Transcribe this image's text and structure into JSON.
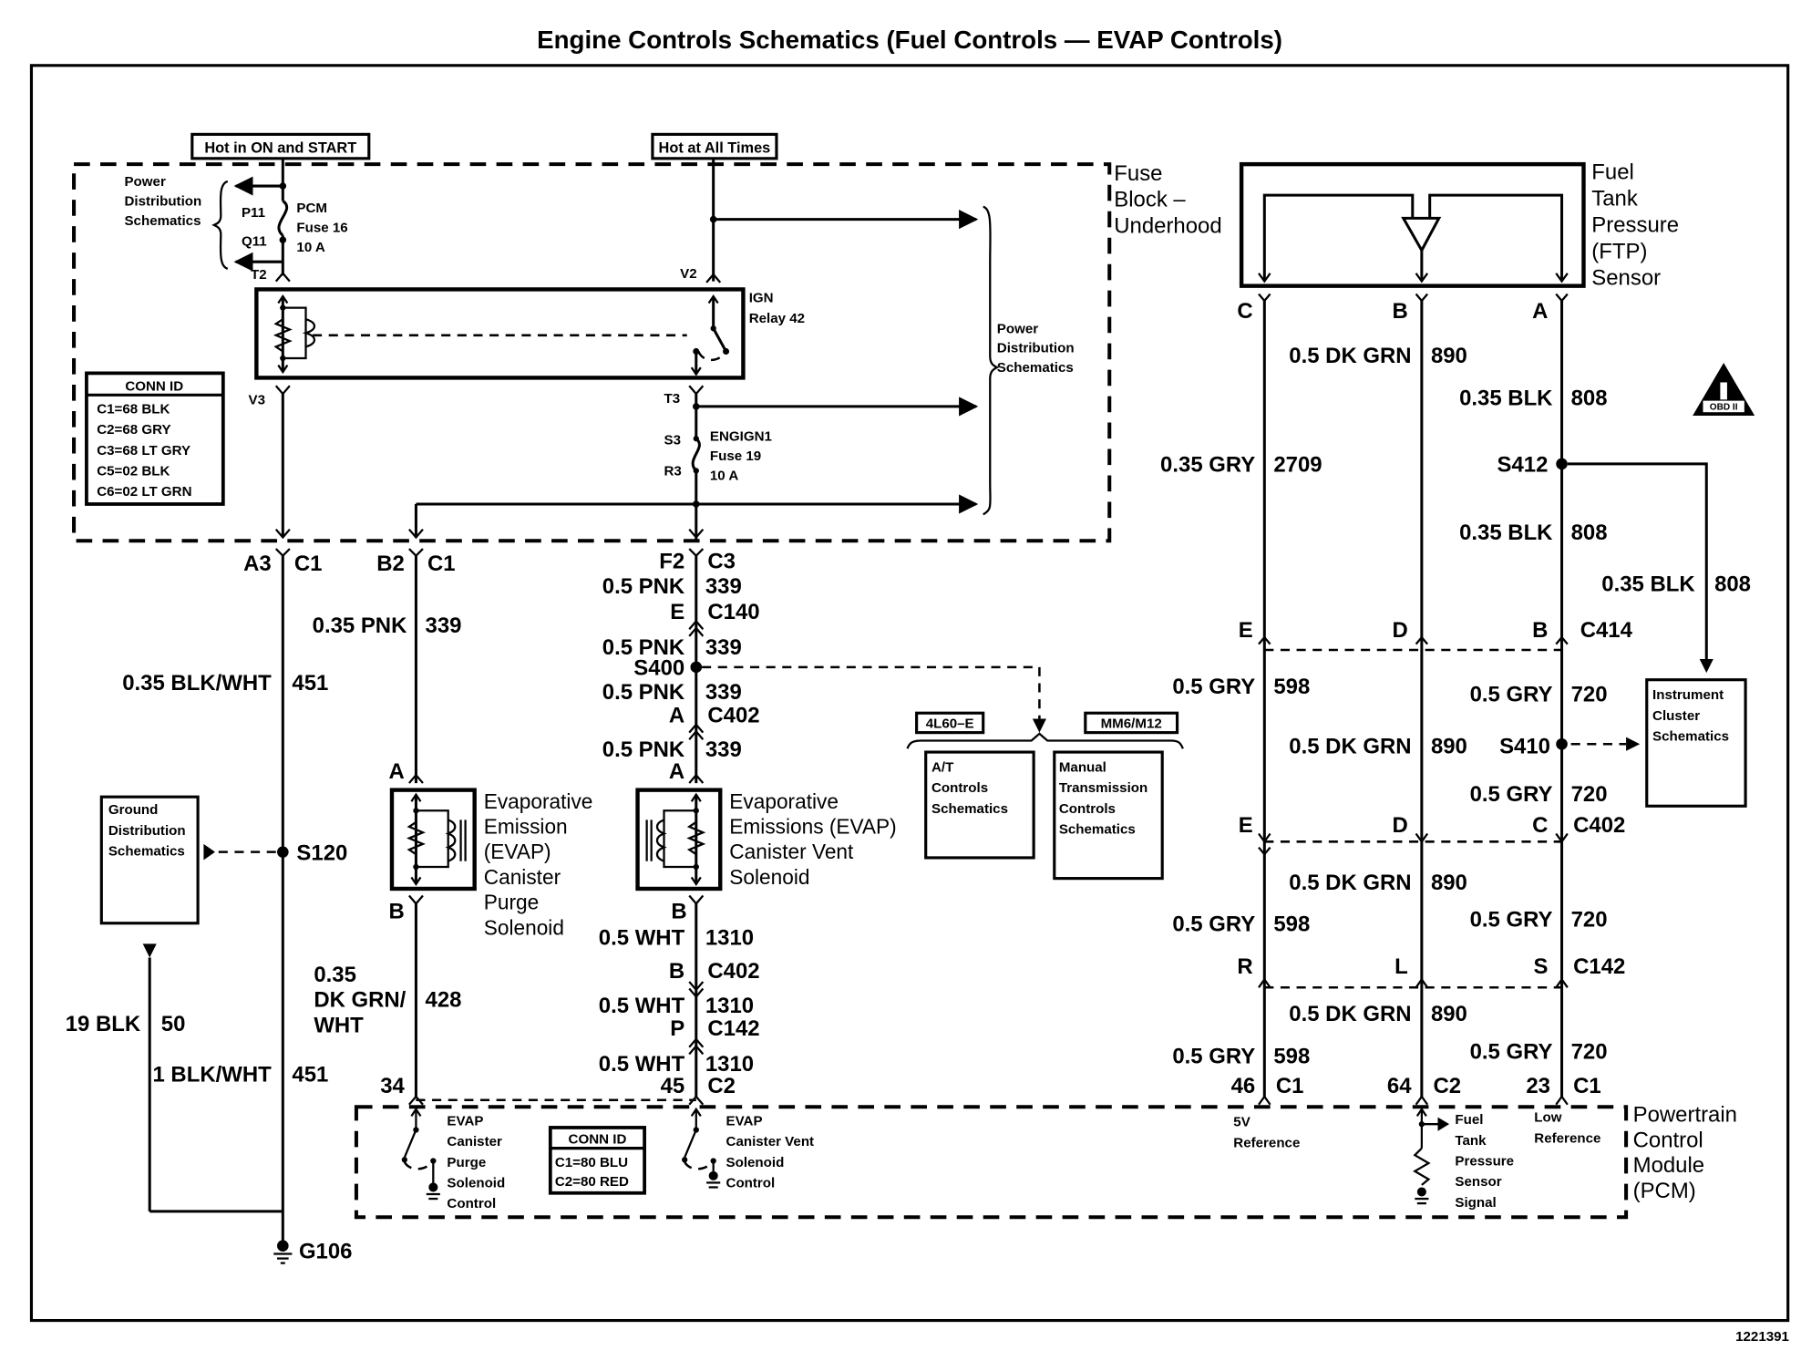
{
  "title": "Engine Controls Schematics (Fuel Controls — EVAP Controls)",
  "figure_id": "1221391",
  "power_sources": {
    "hot_on_start": "Hot in ON and START",
    "hot_all_times": "Hot at All Times"
  },
  "fuse_block": {
    "name_line1": "Fuse",
    "name_line2": "Block –",
    "name_line3": "Underhood",
    "power_dist_left": [
      "Power",
      "Distribution",
      "Schematics"
    ],
    "power_dist_right": [
      "Power",
      "Distribution",
      "Schematics"
    ],
    "pcm_fuse": {
      "pin_in": "P11",
      "pin_out": "Q11",
      "t2": "T2",
      "name": "PCM",
      "fuse": "Fuse 16",
      "rating": "10 A"
    },
    "ign_relay": {
      "pin_v2": "V2",
      "pin_v3": "V3",
      "pin_t3": "T3",
      "name": "IGN",
      "relay": "Relay 42"
    },
    "engign_fuse": {
      "pin_in": "S3",
      "pin_out": "R3",
      "name": "ENGIGN1",
      "fuse": "Fuse 19",
      "rating": "10 A"
    },
    "conn_id": {
      "header": "CONN ID",
      "rows": [
        "C1=68 BLK",
        "C2=68 GRY",
        "C3=68 LT GRY",
        "C5=02 BLK",
        "C6=02 LT GRN"
      ]
    }
  },
  "circuits": {
    "c451": {
      "pin": "A3",
      "conn": "C1",
      "wire1": "0.35 BLK/WHT",
      "num1": "451",
      "splice": "S120",
      "wire2": "1 BLK/WHT",
      "num2": "451",
      "ground": "G106"
    },
    "ground_dist": {
      "lines": [
        "Ground",
        "Distribution",
        "Schematics"
      ],
      "wire": "19 BLK",
      "num": "50"
    },
    "c339_purge": {
      "pin": "B2",
      "conn": "C1",
      "wire": "0.35 PNK",
      "num": "339",
      "sol_pin_a": "A",
      "sol_pin_b": "B"
    },
    "purge_solenoid": {
      "lines": [
        "Evaporative",
        "Emission",
        "(EVAP)",
        "Canister",
        "Purge",
        "Solenoid"
      ]
    },
    "c428": {
      "wire_l1": "0.35",
      "wire_l2": "DK GRN/",
      "wire_l3": "WHT",
      "num": "428",
      "pcm_pin": "34"
    },
    "c339_vent": {
      "f2": "F2",
      "c3": "C3",
      "seg1_wire": "0.5 PNK",
      "seg1_num": "339",
      "e": "E",
      "c140": "C140",
      "seg2_wire": "0.5 PNK",
      "seg2_num": "339",
      "splice": "S400",
      "seg3_wire": "0.5 PNK",
      "seg3_num": "339",
      "a": "A",
      "c402": "C402",
      "seg4_wire": "0.5 PNK",
      "seg4_num": "339",
      "sol_pin_a": "A"
    },
    "vent_solenoid": {
      "lines": [
        "Evaporative",
        "Emissions (EVAP)",
        "Canister Vent",
        "Solenoid"
      ]
    },
    "c1310": {
      "sol_pin_b": "B",
      "seg1_wire": "0.5 WHT",
      "seg1_num": "1310",
      "b": "B",
      "c402": "C402",
      "seg2_wire": "0.5 WHT",
      "seg2_num": "1310",
      "p": "P",
      "c142": "C142",
      "seg3_wire": "0.5 WHT",
      "seg3_num": "1310",
      "pcm_pin": "45",
      "pcm_conn": "C2"
    },
    "trans_options": {
      "opt1_tag": "4L60–E",
      "opt1_lines": [
        "A/T",
        "Controls",
        "Schematics"
      ],
      "opt2_tag": "MM6/M12",
      "opt2_lines": [
        "Manual",
        "Transmission",
        "Controls",
        "Schematics"
      ]
    }
  },
  "ftp_sensor": {
    "lines": [
      "Fuel",
      "Tank",
      "Pressure",
      "(FTP)",
      "Sensor"
    ],
    "pins": [
      "C",
      "B",
      "A"
    ],
    "c2709": {
      "wire": "0.35 GRY",
      "num": "2709"
    },
    "c890_top": {
      "wire": "0.5 DK GRN",
      "num": "890"
    },
    "c808_top": {
      "wire": "0.35 BLK",
      "num": "808"
    },
    "s412": "S412",
    "c808_mid": {
      "wire": "0.35 BLK",
      "num": "808"
    },
    "c808_branch": {
      "wire": "0.35 BLK",
      "num": "808"
    },
    "c414": {
      "pins": [
        "E",
        "D",
        "B"
      ],
      "name": "C414"
    },
    "c598_a": {
      "wire": "0.5 GRY",
      "num": "598"
    },
    "c720_a": {
      "wire": "0.5 GRY",
      "num": "720"
    },
    "c890_a": {
      "wire": "0.5 DK GRN",
      "num": "890"
    },
    "s410": "S410",
    "c720_b": {
      "wire": "0.5 GRY",
      "num": "720"
    },
    "c402": {
      "pins": [
        "E",
        "D",
        "C"
      ],
      "name": "C402"
    },
    "c890_b": {
      "wire": "0.5 DK GRN",
      "num": "890"
    },
    "c598_b": {
      "wire": "0.5 GRY",
      "num": "598"
    },
    "c720_c": {
      "wire": "0.5 GRY",
      "num": "720"
    },
    "c142": {
      "pins": [
        "R",
        "L",
        "S"
      ],
      "name": "C142"
    },
    "c890_c": {
      "wire": "0.5 DK GRN",
      "num": "890"
    },
    "c598_c": {
      "wire": "0.5 GRY",
      "num": "598"
    },
    "c720_d": {
      "wire": "0.5 GRY",
      "num": "720"
    },
    "pcm_pins": [
      {
        "pin": "46",
        "conn": "C1"
      },
      {
        "pin": "64",
        "conn": "C2"
      },
      {
        "pin": "23",
        "conn": "C1"
      }
    ],
    "instrument_cluster": [
      "Instrument",
      "Cluster",
      "Schematics"
    ],
    "obd_badge": "OBD II"
  },
  "pcm": {
    "name_lines": [
      "Powertrain",
      "Control",
      "Module",
      "(PCM)"
    ],
    "purge_ctrl": [
      "EVAP",
      "Canister",
      "Purge",
      "Solenoid",
      "Control"
    ],
    "vent_ctrl": [
      "EVAP",
      "Canister Vent",
      "Solenoid",
      "Control"
    ],
    "conn_id": {
      "header": "CONN ID",
      "rows": [
        "C1=80 BLU",
        "C2=80 RED"
      ]
    },
    "ref5v": [
      "5V",
      "Reference"
    ],
    "ftp_signal": [
      "Fuel",
      "Tank",
      "Pressure",
      "Sensor",
      "Signal"
    ],
    "low_ref": [
      "Low",
      "Reference"
    ]
  }
}
